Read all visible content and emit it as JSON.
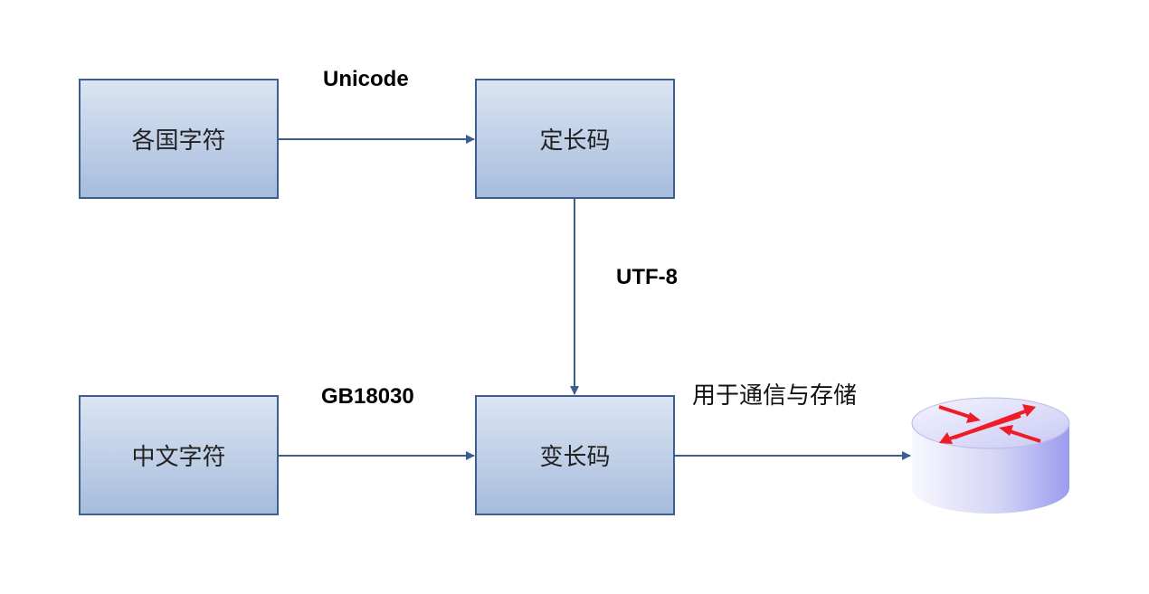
{
  "boxes": {
    "all_chars": "各国字符",
    "fixed_length": "定长码",
    "chinese_chars": "中文字符",
    "variable_length": "变长码"
  },
  "edges": {
    "unicode": "Unicode",
    "utf8": "UTF-8",
    "gb18030": "GB18030"
  },
  "note": "用于通信与存储",
  "icons": {
    "router": "router-icon"
  },
  "colors": {
    "box_fill_top": "#dbe5f3",
    "box_fill_bottom": "#a6bcdc",
    "box_stroke": "#3d5f8f",
    "arrow": "#3c5e8c",
    "router_arrow": "#ee1c24"
  }
}
